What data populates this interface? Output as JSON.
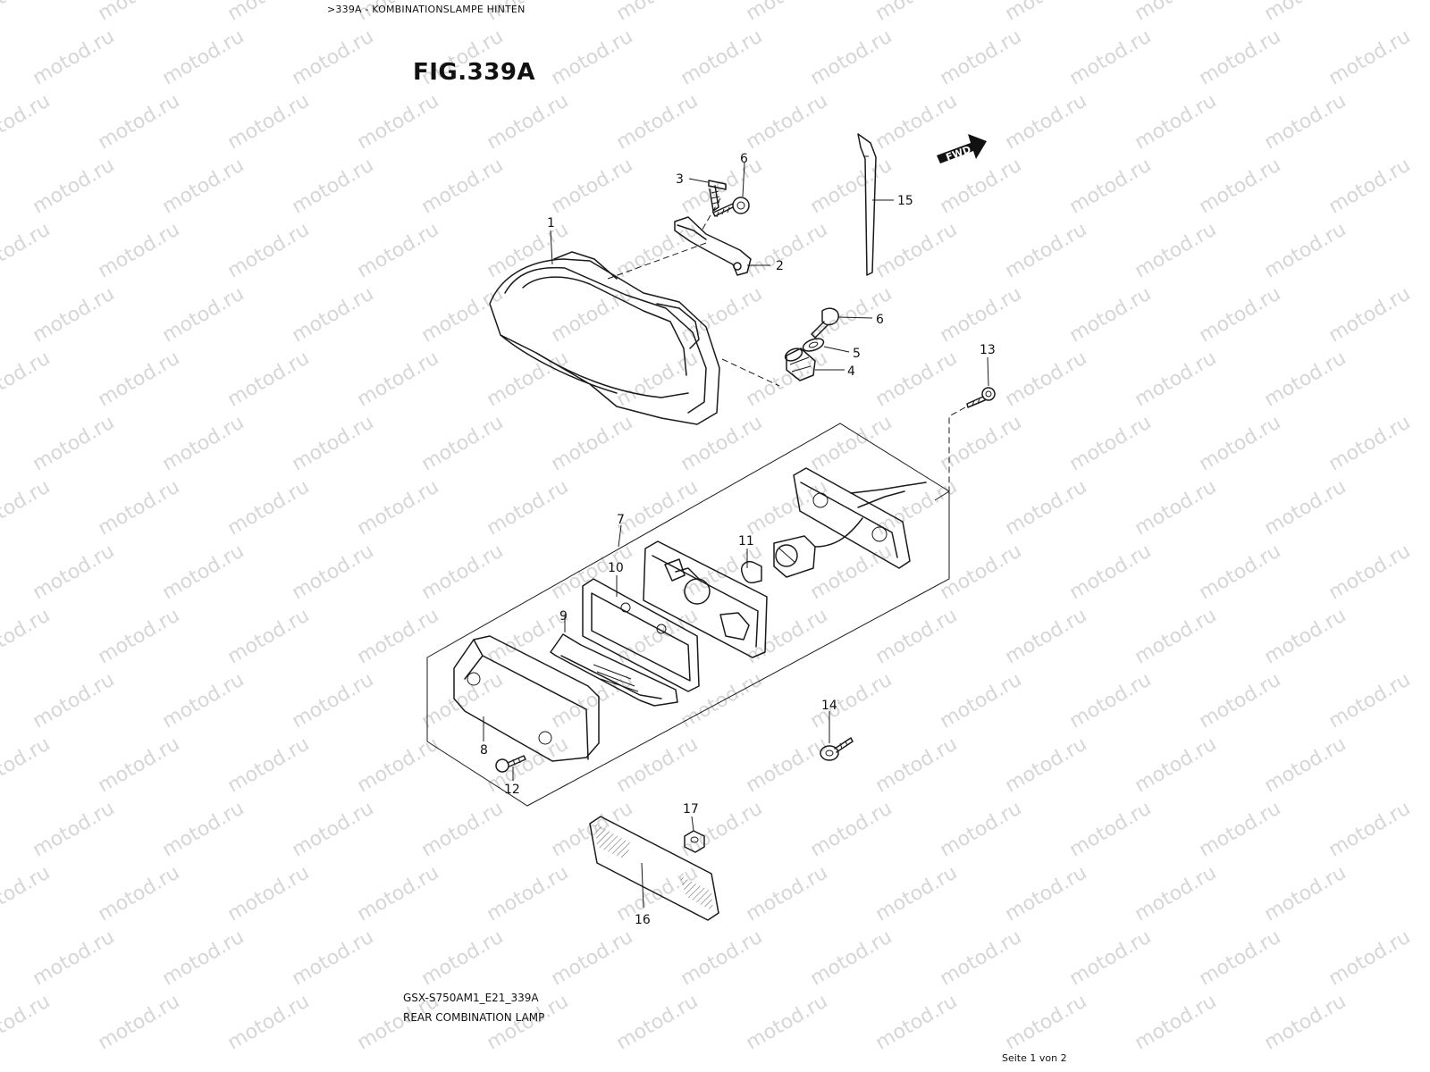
{
  "header": {
    "breadcrumb": ">339A - KOMBINATIONSLAMPE HINTEN"
  },
  "figure": {
    "title": "FIG.339A"
  },
  "fwd_marker": "FWD",
  "watermark": "motod.ru",
  "callouts": [
    "1",
    "2",
    "3",
    "4",
    "5",
    "6",
    "6",
    "7",
    "8",
    "9",
    "10",
    "11",
    "12",
    "13",
    "14",
    "15",
    "16",
    "17"
  ],
  "footer": {
    "code": "GSX-S750AM1_E21_339A",
    "description": "REAR COMBINATION LAMP",
    "page": "Seite 1 von 2"
  }
}
